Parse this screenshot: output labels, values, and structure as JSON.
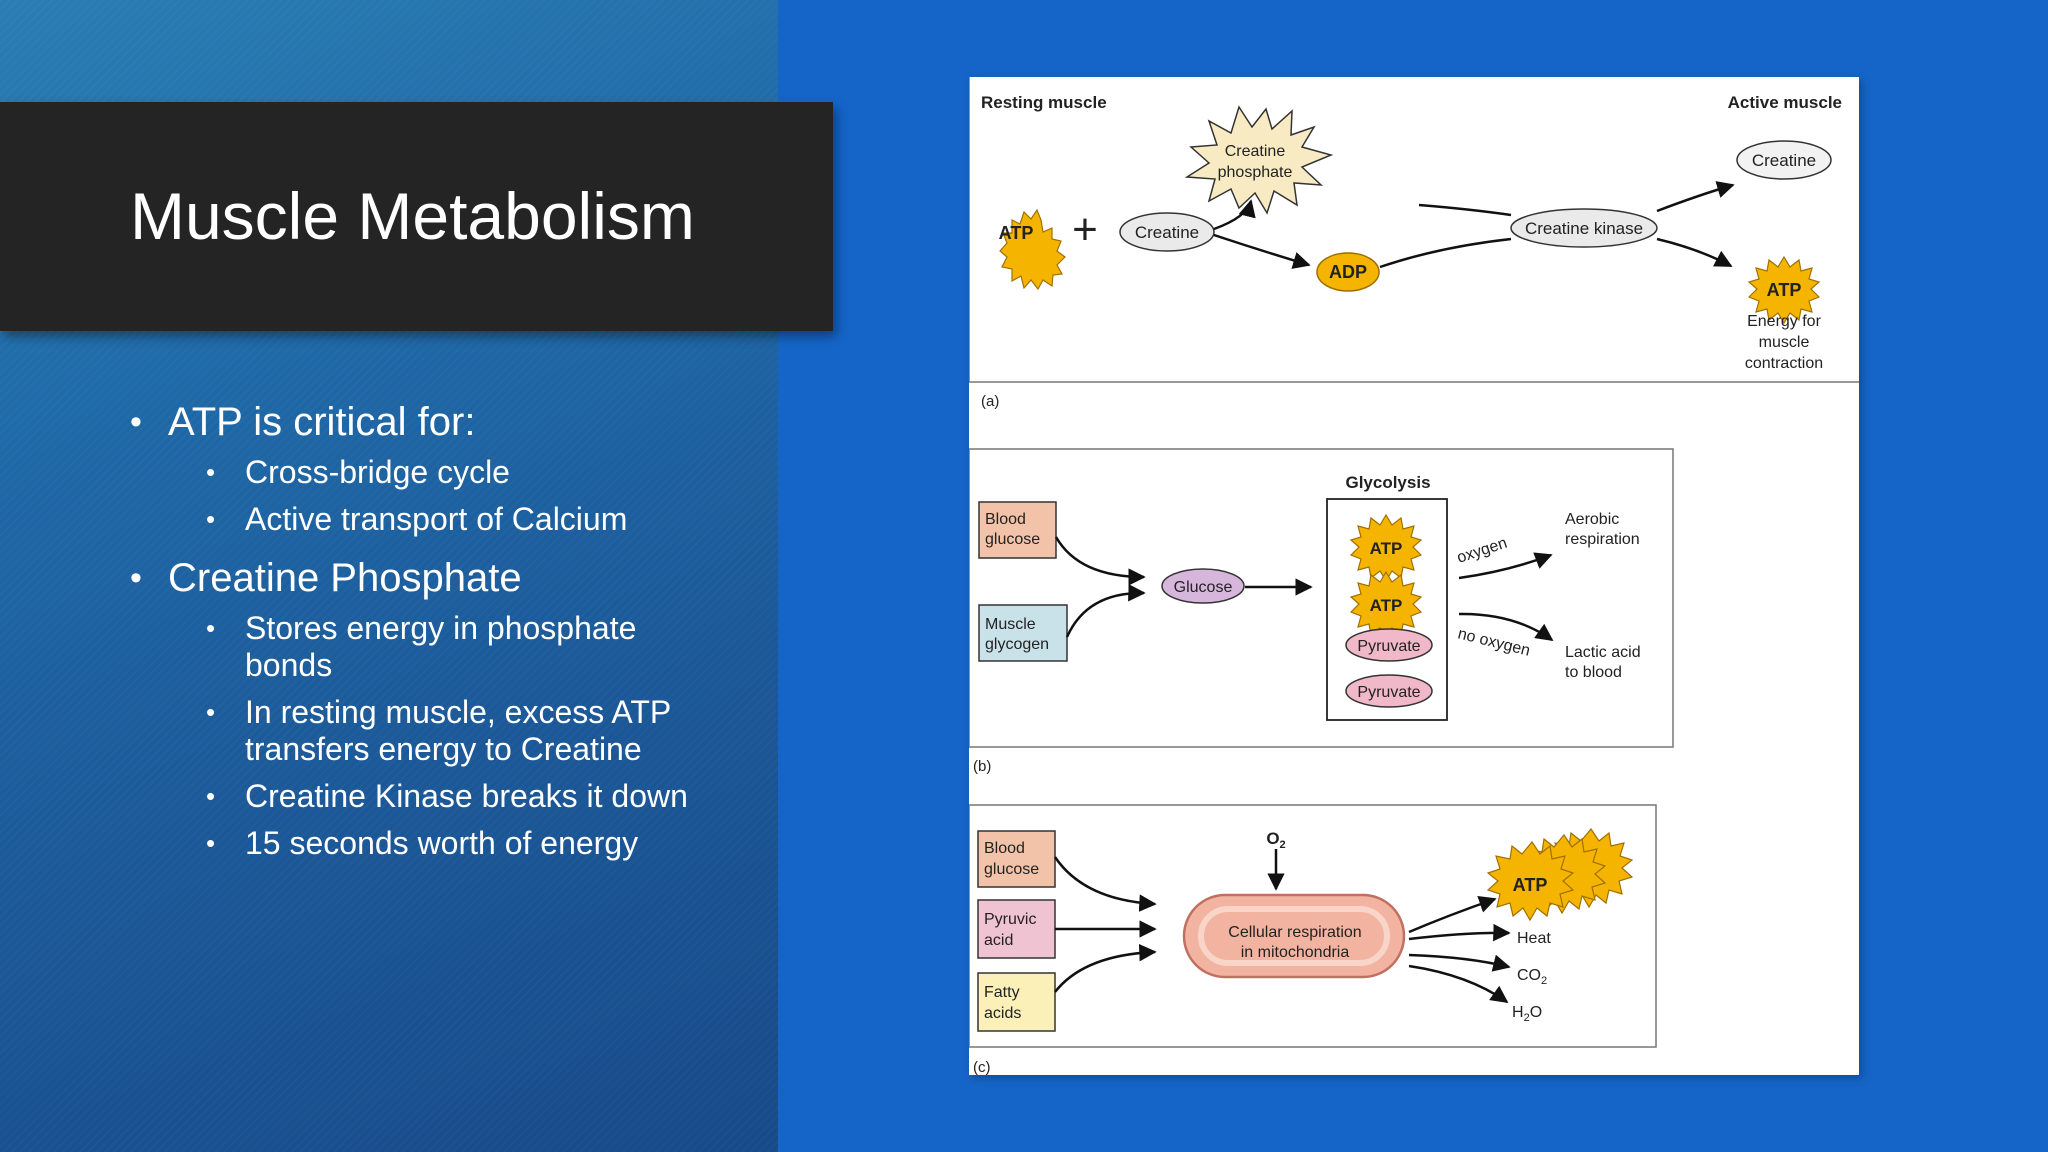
{
  "slide": {
    "title": "Muscle Metabolism",
    "bullets": [
      {
        "text": "ATP is critical for:",
        "sub": [
          "Cross-bridge cycle",
          "Active transport of Calcium"
        ]
      },
      {
        "text": "Creatine Phosphate",
        "sub": [
          "Stores energy in phosphate bonds",
          "In resting muscle, excess ATP transfers energy to Creatine",
          "Creatine Kinase breaks it down",
          "15 seconds worth of energy"
        ]
      }
    ]
  },
  "figure": {
    "panel_a": {
      "label": "(a)",
      "resting": "Resting muscle",
      "active": "Active muscle",
      "atp": "ATP",
      "plus": "+",
      "creatine": "Creatine",
      "creatine_phosphate": [
        "Creatine",
        "phosphate"
      ],
      "adp": "ADP",
      "creatine_kinase": "Creatine kinase",
      "creatine_out": "Creatine",
      "atp_out": "ATP",
      "energy": [
        "Energy for",
        "muscle",
        "contraction"
      ]
    },
    "panel_b": {
      "label": "(b)",
      "blood_glucose": [
        "Blood",
        "glucose"
      ],
      "muscle_glycogen": [
        "Muscle",
        "glycogen"
      ],
      "glucose": "Glucose",
      "glycolysis": "Glycolysis",
      "atp1": "ATP",
      "atp2": "ATP",
      "pyruvate1": "Pyruvate",
      "pyruvate2": "Pyruvate",
      "oxygen": "oxygen",
      "no_oxygen": "no oxygen",
      "aerobic": [
        "Aerobic",
        "respiration"
      ],
      "lactic": [
        "Lactic acid",
        "to blood"
      ]
    },
    "panel_c": {
      "label": "(c)",
      "o2": "O",
      "o2_sub": "2",
      "blood_glucose": [
        "Blood",
        "glucose"
      ],
      "pyruvic_acid": [
        "Pyruvic",
        "acid"
      ],
      "fatty_acids": [
        "Fatty",
        "acids"
      ],
      "cellular": [
        "Cellular respiration",
        "in mitochondria"
      ],
      "atp": "ATP",
      "heat": "Heat",
      "co2": "CO",
      "co2_sub": "2",
      "h2o_h": "H",
      "h2o_sub": "2",
      "h2o_o": "O"
    }
  },
  "colors": {
    "title_bar": "#242424",
    "atp_fill": "#f5b400",
    "creatine_phosphate_fill": "#f8ebc4",
    "blood_glucose_fill": "#f2c3a8",
    "muscle_glycogen_fill": "#c9e2ea",
    "glucose_fill": "#d7b6dc",
    "pyruvate_fill": "#f0b8c8",
    "pyruvic_fill": "#f0c3d2",
    "fatty_fill": "#faf0b8",
    "mito_fill": "#f2b4a0"
  }
}
